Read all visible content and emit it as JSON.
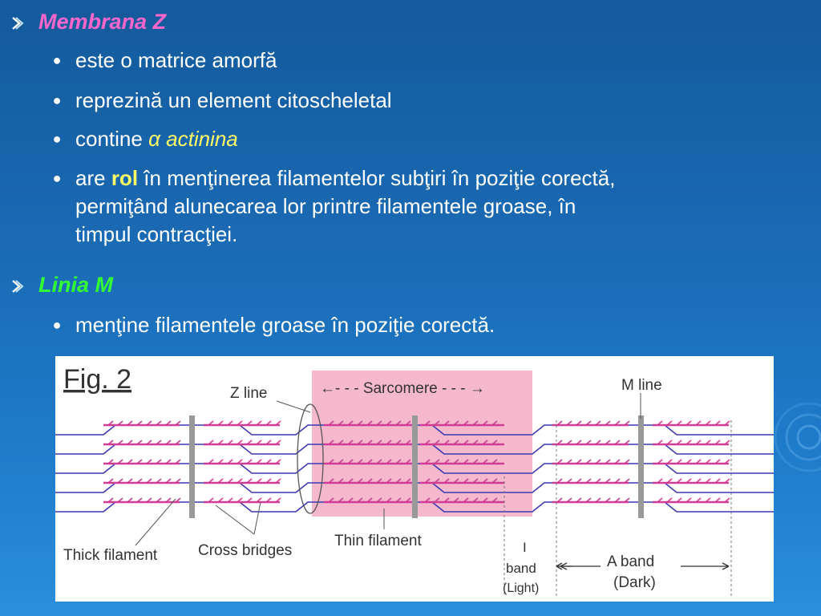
{
  "bullets": {
    "membrana": {
      "title": "Membrana Z",
      "items": [
        "este o matrice amorfă",
        "reprezină un element citoscheletal"
      ],
      "contine_prefix": "contine",
      "alpha": "α",
      "actinina": "actinina",
      "are_prefix": "are",
      "rol": "rol",
      "rol_rest_line1": "în menţinerea filamentelor subţiri în poziţie corectă,",
      "rol_line2": "permiţând alunecarea lor printre filamentele groase, în",
      "rol_line3": "timpul contracţiei."
    },
    "linia": {
      "title": "Linia M",
      "item": "menţine  filamentele groase în poziţie corectă."
    }
  },
  "figure": {
    "title": "Fig. 2",
    "labels": {
      "z_line": "Z line",
      "sarcomere": "←- - - Sarcomere - - - →",
      "m_line": "M line",
      "thick_filament": "Thick filament",
      "cross_bridges": "Cross bridges",
      "thin_filament": "Thin filament",
      "i_band_1": "I",
      "i_band_2": "band",
      "i_band_3": "(Light)",
      "a_band_1": "A band",
      "a_band_2": "(Dark)"
    },
    "colors": {
      "thin": "#3a3ab0",
      "thick": "#d03c96",
      "sarcomere_bg": "#f5b8cc",
      "line": "#999999"
    }
  }
}
